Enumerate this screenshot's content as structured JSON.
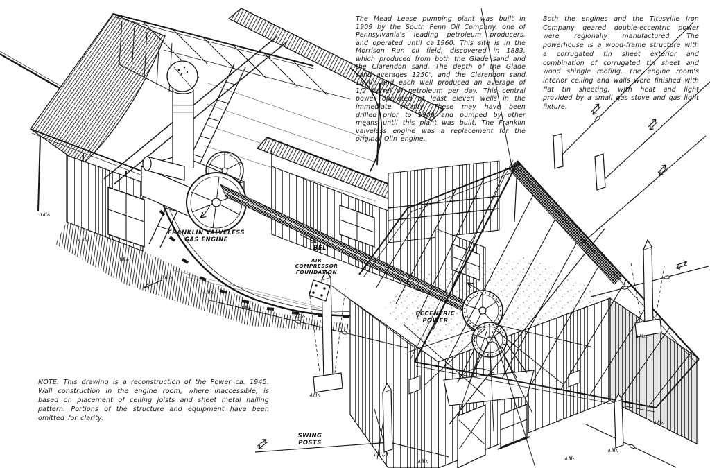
{
  "figure": {
    "ink_color": "#161616",
    "paper_color": "#ffffff"
  },
  "captions": {
    "main": "The Mead Lease pumping plant was built in 1909 by the South Penn Oil Company, one of Pennsylvania's leading petroleum producers, and operated until ca.1960.  This site is in the Morrison Run oil field, discovered in 1883, which produced from both the Glade sand and the Clarendon sand.  The depth of the Glade sand averages 1250', and the Clarendon sand 1390', and each well produced an average of 1/2 barrel of petroleum per day.  This central power operated at least eleven wells in the immediate vicinity. These may have been drilled prior to 1909 and pumped by other means until this plant was built.  The Franklin valveless engine was a replacement for the original Olin engine.",
    "right": "Both the engines and the Titusville Iron Company geared double-eccentric power were regionally manufactured.  The powerhouse is a wood-frame structure with a corrugated tin sheet exterior and combination of corrugated tin sheet and wood shingle roofing.  The engine room's interior ceiling and walls were finished with flat tin sheeting, with heat and light provided by a small gas stove and gas light fixture.",
    "note": "NOTE:  This drawing is a reconstruction of the Power ca. 1945. Wall construction in the engine room, where inaccessible, is based on placement of ceiling joists and sheet metal nailing pattern.  Portions of the structure and equipment have been omitted for clarity."
  },
  "labels": {
    "engine_line1": "FRANKLIN VALVELESS",
    "engine_line2": "GAS ENGINE",
    "belt": "BELT",
    "air_line1": "AIR",
    "air_line2": "COMPRESSOR",
    "air_line3": "FOUNDATION",
    "eccentric_line1": "ECCENTRIC",
    "eccentric_line2": "POWER",
    "swing_line1": "SWING",
    "swing_line2": "POSTS"
  }
}
